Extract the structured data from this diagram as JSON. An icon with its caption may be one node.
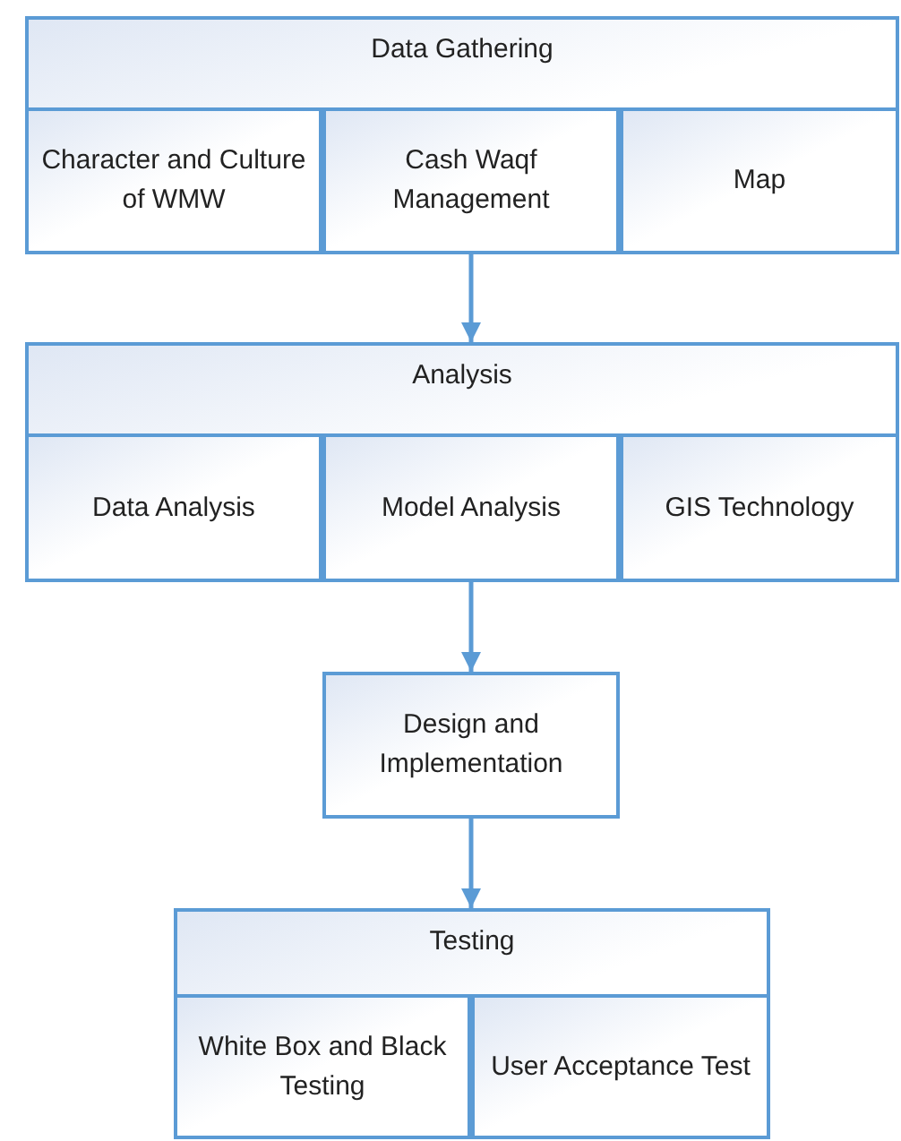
{
  "diagram": {
    "nodes": [
      {
        "text": [
          "Data Gathering"
        ]
      },
      {
        "text": [
          "Character and Culture of WMW"
        ],
        "in": 0
      },
      {
        "text": [
          "Cash Waqf Management"
        ],
        "in": 0
      },
      {
        "text": [
          "Map"
        ],
        "in": 0
      },
      {
        "text": [
          "Analysis"
        ]
      },
      {
        "text": [
          "Data Analysis"
        ],
        "in": 4
      },
      {
        "text": [
          "Model Analysis"
        ],
        "in": 4
      },
      {
        "text": [
          "GIS Technology"
        ],
        "in": 4
      },
      {
        "text": [
          "Design and Implementation"
        ]
      },
      {
        "text": [
          "Testing"
        ]
      },
      {
        "text": [
          "White Box and Black Testing"
        ],
        "in": 9
      },
      {
        "text": [
          "User Acceptance Test"
        ],
        "in": 9
      }
    ],
    "edges": [
      {
        "from": 0,
        "to": 4,
        "arrow": "to"
      },
      {
        "from": 4,
        "to": 8,
        "arrow": "to"
      },
      {
        "from": 8,
        "to": 9,
        "arrow": "to"
      }
    ]
  }
}
